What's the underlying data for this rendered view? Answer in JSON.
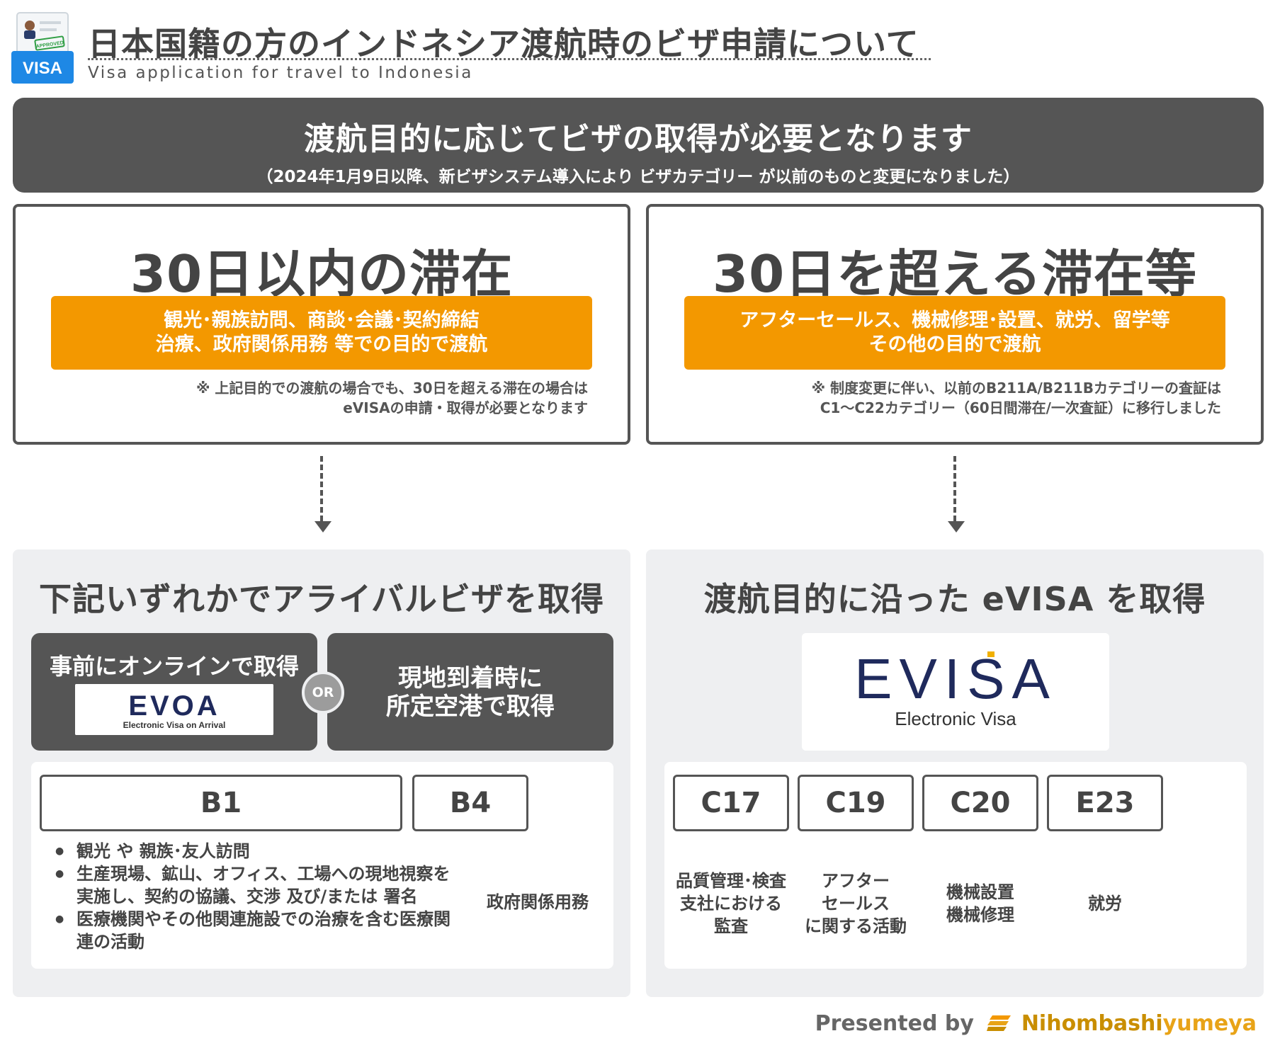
{
  "colors": {
    "accent": "#f39800",
    "dark": "#555555",
    "panel": "#eeeff1",
    "evisa_navy": "#1f2a5c",
    "evisa_gold": "#f1b000"
  },
  "header": {
    "icon_badge": "VISA",
    "icon_stamp": "APPROVED",
    "title": "日本国籍の方のインドネシア渡航時のビザ申請について",
    "subtitle": "Visa application for travel to Indonesia"
  },
  "banner": {
    "main": "渡航目的に応じてビザの取得が必要となります",
    "sub": "（2024年1月9日以降、新ビザシステム導入により ビザカテゴリー が以前のものと変更になりました）"
  },
  "left_top": {
    "title": "30日以内の滞在",
    "purpose_line1": "観光･親族訪問、商談･会議･契約締結",
    "purpose_line2": "治療、政府関係用務 等での目的で渡航",
    "note_line1": "※ 上記目的での渡航の場合でも、30日を超える滞在の場合は",
    "note_line2": "eVISAの申請・取得が必要となります"
  },
  "right_top": {
    "title": "30日を超える滞在等",
    "purpose_line1": "アフターセールス、機械修理･設置、就労、留学等",
    "purpose_line2": "その他の目的で渡航",
    "note_line1": "※ 制度変更に伴い、以前のB211A/B211Bカテゴリーの査証は",
    "note_line2": "C1〜C22カテゴリー（60日間滞在/一次査証）に移行しました"
  },
  "left_panel": {
    "title": "下記いずれかでアライバルビザを取得",
    "online_title": "事前にオンラインで取得",
    "evoa_logo_text": "EVOA",
    "evoa_logo_caption": "Electronic Visa on Arrival",
    "or_label": "OR",
    "airport_line1": "現地到着時に",
    "airport_line2": "所定空港で取得",
    "code_b1": "B1",
    "code_b4": "B4",
    "b1_items": [
      "観光 や 親族･友人訪問",
      "生産現場、鉱山、オフィス、工場への現地視察を実施し、契約の協議、交渉 及び/または 署名",
      "医療機関やその他関連施設での治療を含む医療関連の活動"
    ],
    "b4_desc": "政府関係用務"
  },
  "right_panel": {
    "title": "渡航目的に沿った eVISA を取得",
    "evisa_logo_text": "EVISA",
    "evisa_logo_caption": "Electronic Visa",
    "codes": [
      {
        "code": "C17",
        "desc": "品質管理･検査\n支社における\n監査"
      },
      {
        "code": "C19",
        "desc": "アフター\nセールス\nに関する活動"
      },
      {
        "code": "C20",
        "desc": "機械設置\n機械修理"
      },
      {
        "code": "E23",
        "desc": "就労"
      }
    ]
  },
  "footer": {
    "presented_by": "Presented by",
    "brand_a": "Nihombashi",
    "brand_b": "yumeya"
  }
}
